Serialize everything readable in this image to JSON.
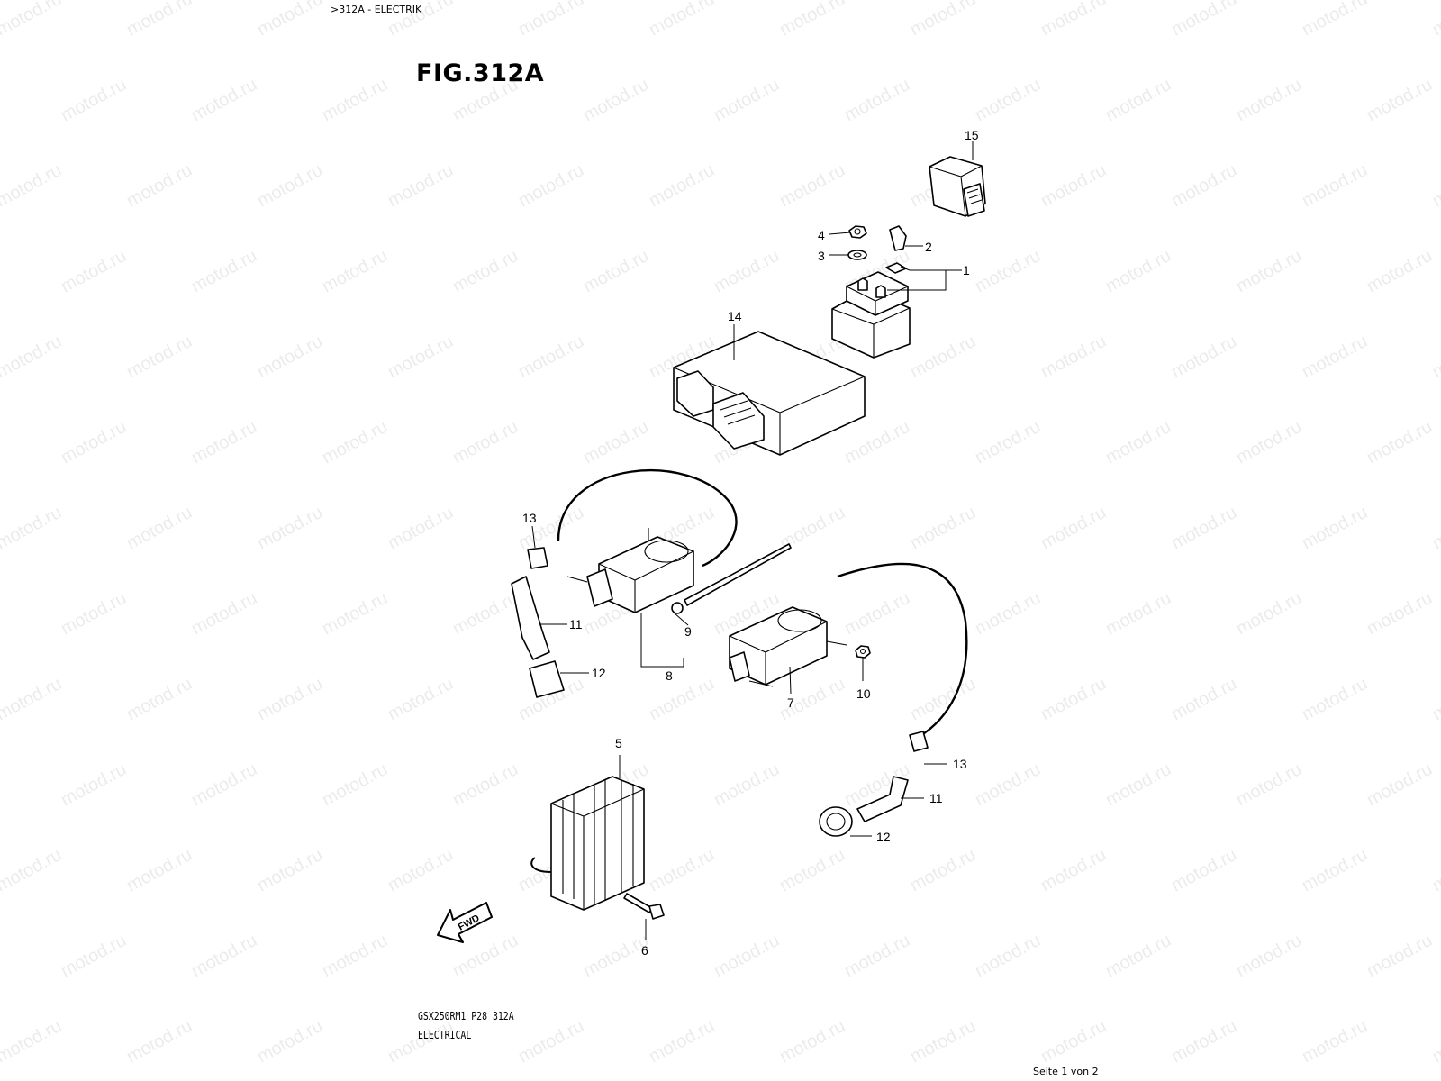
{
  "breadcrumb": ">312A - ELECTRIK",
  "figure_title": "FIG.312A",
  "footer": {
    "model_code": "GSX250RM1_P28_312A",
    "section_name": "ELECTRICAL"
  },
  "pager": "Seite 1 von 2",
  "watermark": "motod.ru",
  "fwd_label": "FWD",
  "callouts": {
    "c15": "15",
    "c4": "4",
    "c3": "3",
    "c2": "2",
    "c1": "1",
    "c14": "14",
    "c13a": "13",
    "c11a": "11",
    "c12a": "12",
    "c9": "9",
    "c8": "8",
    "c7": "7",
    "c10": "10",
    "c13b": "13",
    "c11b": "11",
    "c12b": "12",
    "c5": "5",
    "c6": "6"
  },
  "colors": {
    "line": "#000000",
    "background": "#ffffff"
  }
}
